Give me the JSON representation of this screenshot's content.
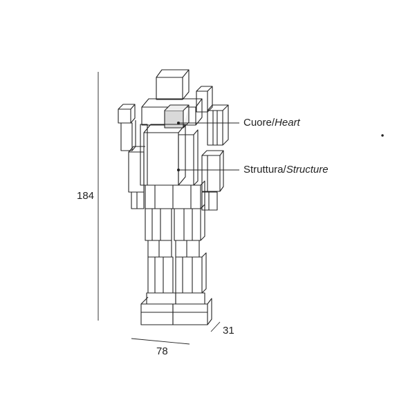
{
  "callouts": {
    "heart": {
      "main": "Cuore/",
      "italic": "Heart"
    },
    "structure": {
      "main": "Struttura/",
      "italic": "Structure"
    }
  },
  "dimensions": {
    "height": "184",
    "width": "78",
    "depth": "31"
  },
  "colors": {
    "line": "#222222",
    "heart_fill": "#d9d9d9",
    "background": "#ffffff"
  }
}
